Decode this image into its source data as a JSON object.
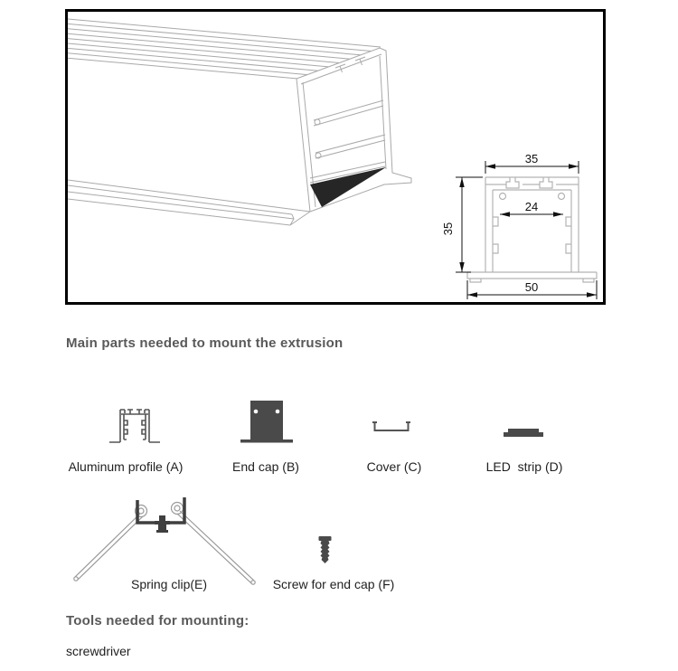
{
  "document": {
    "type": "mounting-instructions-page",
    "subject": "Recessed aluminum LED profile extrusion"
  },
  "diagram": {
    "view_3d": "aluminum extrusion 3D line drawing",
    "cross_section": "profile cross-section with dimensions",
    "dimensions": {
      "top_width": "35",
      "inner_width": "24",
      "height": "35",
      "base_width": "50"
    }
  },
  "parts_section": {
    "heading": "Main parts needed to mount the extrusion",
    "parts": [
      {
        "label": "Aluminum profile (A)",
        "icon": "aluminum-profile-icon"
      },
      {
        "label": "End cap (B)",
        "icon": "end-cap-icon"
      },
      {
        "label": "Cover (C)",
        "icon": "cover-icon"
      },
      {
        "label": "LED  strip (D)",
        "icon": "led-strip-icon"
      },
      {
        "label": "Spring clip(E)",
        "icon": "spring-clip-icon"
      },
      {
        "label": "Screw for end cap (F)",
        "icon": "screw-icon"
      }
    ]
  },
  "tools_section": {
    "heading": "Tools needed for mounting:",
    "items": [
      {
        "label": "screwdriver"
      }
    ]
  },
  "colors": {
    "box_border": "#000000",
    "drawing_line": "#a9a9a9",
    "profile_line": "#b3b3b3",
    "dimension": "#111111",
    "dark_part": "#4a4a4a",
    "clip_dark": "#3f3f3f",
    "heading": "#595959",
    "label": "#1f1f1f"
  }
}
